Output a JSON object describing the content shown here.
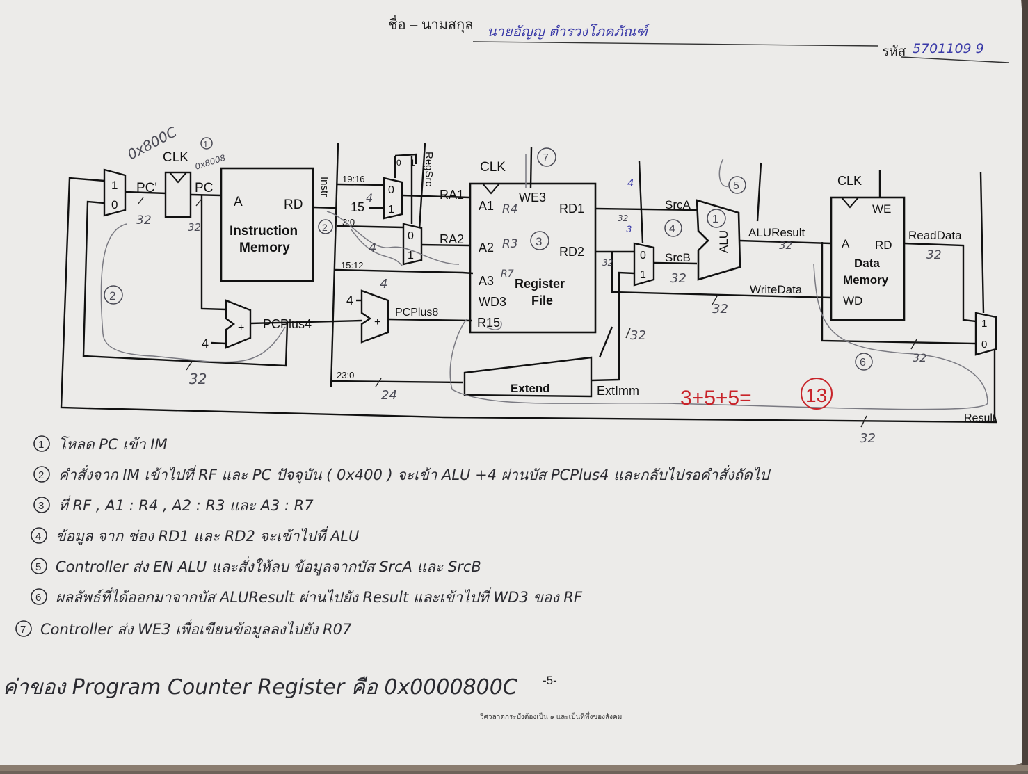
{
  "header": {
    "name_label": "ชื่อ – นามสกุล",
    "name_value": "นายอัญญ ตำรวงโภคภัณฑ์",
    "id_label": "รหัส",
    "id_value": "5701109 9"
  },
  "diagram": {
    "pc_mux": {
      "in1": "1",
      "in0": "0"
    },
    "pc_prime": "PC'",
    "pc": "PC",
    "clk": "CLK",
    "imem": {
      "a": "A",
      "rd": "RD",
      "title1": "Instruction",
      "title2": "Memory",
      "instr": "Instr"
    },
    "instr_bits": {
      "b19_16": "19:16",
      "b3_0": "3:0",
      "b15_12": "15:12",
      "b23_0": "23:0"
    },
    "const15": "15",
    "regsrc": "RegSrc",
    "regsrc_bits": {
      "zero": "0",
      "one": "1"
    },
    "mux": {
      "zero": "0",
      "one": "1"
    },
    "ra1": "RA1",
    "ra2": "RA2",
    "rf": {
      "a1": "A1",
      "a2": "A2",
      "a3": "A3",
      "wd3": "WD3",
      "r15": "R15",
      "we3": "WE3",
      "rd1": "RD1",
      "rd2": "RD2",
      "title1": "Register",
      "title2": "File"
    },
    "pcplus4": "PCPlus4",
    "pcplus8": "PCPlus8",
    "four": "4",
    "plus": "+",
    "extend": "Extend",
    "extimm": "ExtImm",
    "srca": "SrcA",
    "srcb": "SrcB",
    "alu": "ALU",
    "aluresult": "ALUResult",
    "writedata": "WriteData",
    "dmem": {
      "clk": "CLK",
      "we": "WE",
      "a": "A",
      "rd": "RD",
      "title1": "Data",
      "title2": "Memory",
      "wd": "WD"
    },
    "readdata": "ReadData",
    "result_mux": {
      "in1": "1",
      "in0": "0"
    },
    "result": "Result"
  },
  "annotations": {
    "pc_value": "0x800C",
    "pc_value_small": "0x8008",
    "width_32": "32",
    "width_24": "24",
    "c1": "1",
    "c2": "2",
    "c3": "3",
    "c4": "4",
    "c5": "5",
    "c6": "6",
    "c7": "7",
    "r4": "R4",
    "r3": "R3",
    "r7": "R7",
    "n4": "4",
    "n3": "3",
    "sum": "3+5+5=",
    "sum_result": "13"
  },
  "notes": [
    {
      "num": "1",
      "text": "โหลด PC เข้า IM"
    },
    {
      "num": "2",
      "text": "คำสั่งจาก IM เข้าไปที่ RF และ PC ปัจจุบัน ( 0x400 ) จะเข้า ALU +4 ผ่านบัส PCPlus4 และกลับไปรอคำสั่งถัดไป"
    },
    {
      "num": "3",
      "text": "ที่ RF , A1 : R4 , A2 : R3 และ A3 : R7"
    },
    {
      "num": "4",
      "text": "ข้อมูล จาก ช่อง RD1 และ RD2 จะเข้าไปที่ ALU"
    },
    {
      "num": "5",
      "text": "Controller ส่ง EN ALU และสั่งให้ลบ ข้อมูลจากบัส SrcA และ SrcB"
    },
    {
      "num": "6",
      "text": "ผลลัพธ์ที่ได้ออกมาจากบัส ALUResult ผ่านไปยัง Result และเข้าไปที่ WD3 ของ RF"
    },
    {
      "num": "7",
      "text": "Controller ส่ง WE3 เพื่อเขียนข้อมูลลงไปยัง R07"
    }
  ],
  "footer": {
    "pc_answer": "ค่าของ Program Counter Register คือ 0x0000800C",
    "page": "-5-",
    "motto": "วิศวลาดกระบังต้องเป็น ๑ และเป็นที่พึ่งของสังคม"
  }
}
